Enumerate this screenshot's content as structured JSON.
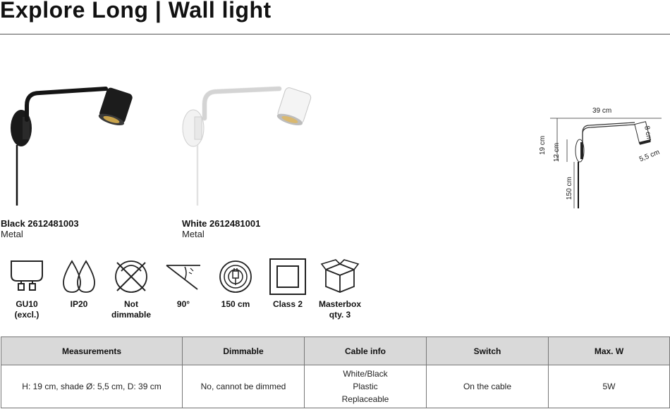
{
  "title": "Explore Long | Wall light",
  "products": [
    {
      "name": "Black 2612481003",
      "material": "Metal",
      "color": "#111111"
    },
    {
      "name": "White 2612481001",
      "material": "Metal",
      "color": "#ffffff"
    }
  ],
  "dimensions": {
    "depth": "39 cm",
    "shade_length": "8 cm",
    "shade_diameter": "5,5 cm",
    "height": "19 cm",
    "plate": "12 cm",
    "cable": "150 cm"
  },
  "icons": [
    {
      "name": "gu10-icon",
      "label": "GU10\n(excl.)"
    },
    {
      "name": "ip20-icon",
      "label": "IP20"
    },
    {
      "name": "not-dimmable-icon",
      "label": "Not\ndimmable"
    },
    {
      "name": "angle-icon",
      "label": "90°"
    },
    {
      "name": "cable-icon",
      "label": "150 cm"
    },
    {
      "name": "class2-icon",
      "label": "Class 2"
    },
    {
      "name": "masterbox-icon",
      "label": "Masterbox\nqty. 3"
    }
  ],
  "table": {
    "headers": [
      "Measurements",
      "Dimmable",
      "Cable info",
      "Switch",
      "Max. W"
    ],
    "row": {
      "measurements": "H: 19 cm, shade Ø: 5,5 cm, D: 39 cm",
      "dimmable": "No, cannot be dimmed",
      "cable_info": [
        "White/Black",
        "Plastic",
        "Replaceable"
      ],
      "switch": "On the cable",
      "max_w": "5W"
    }
  }
}
